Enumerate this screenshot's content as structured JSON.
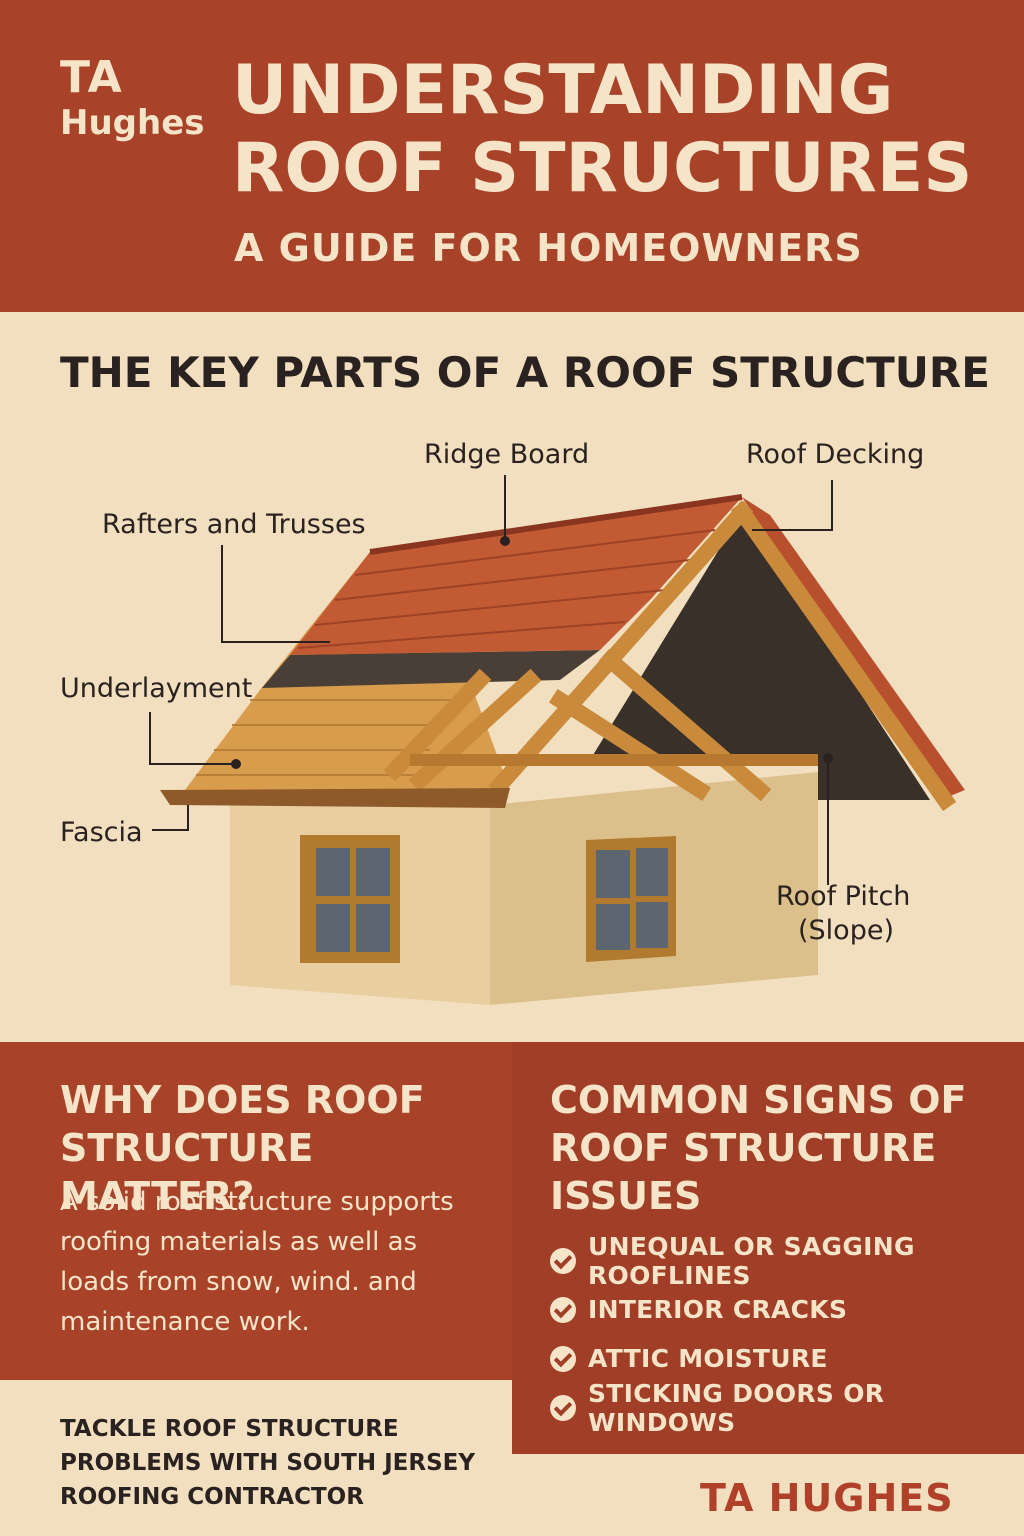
{
  "header": {
    "logo_line1": "TA",
    "logo_line2": "Hughes",
    "title": "UNDERSTANDING ROOF STRUCTURES",
    "subtitle": "A GUIDE FOR HOMEOWNERS"
  },
  "diagram": {
    "section_title": "THE KEY PARTS OF A ROOF STRUCTURE",
    "labels": {
      "ridge_board": "Ridge Board",
      "roof_decking": "Roof Decking",
      "rafters": "Rafters and Trusses",
      "underlayment": "Underlayment",
      "fascia": "Fascia",
      "pitch_line1": "Roof Pitch",
      "pitch_line2": "(Slope)"
    }
  },
  "why": {
    "heading": "WHY DOES ROOF STRUCTURE MATTER?",
    "body": "A solid roof structure supports roofing materials as well as loads from snow, wind. and maintenance work."
  },
  "signs": {
    "heading": "COMMON SIGNS OF ROOF STRUCTURE ISSUES",
    "items": [
      "UNEQUAL OR SAGGING ROOFLINES",
      "INTERIOR CRACKS",
      "ATTIC MOISTURE",
      "STICKING DOORS OR WINDOWS"
    ]
  },
  "footer": {
    "cta": "TACKLE ROOF STRUCTURE PROBLEMS WITH SOUTH JERSEY ROOFING CONTRACTOR",
    "brand": "TA HUGHES"
  },
  "colors": {
    "brand_red": "#a8432a",
    "cream": "#f2dfbf",
    "text_dark": "#2a2220"
  }
}
